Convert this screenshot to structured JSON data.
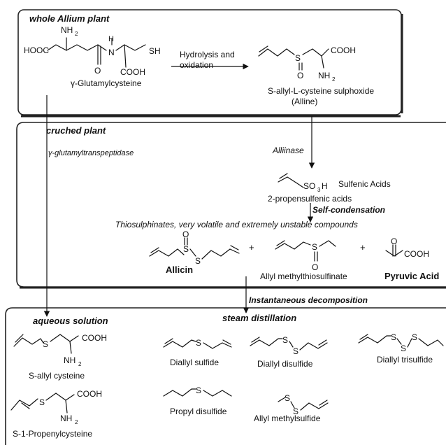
{
  "sections": {
    "whole_plant": "whole Allium plant",
    "crushed_plant": "cruched plant",
    "aqueous_solution": "aqueous solution",
    "steam_distillation": "steam distillation"
  },
  "steps": {
    "hydrolysis": [
      "Hydrolysis and",
      "oxidation"
    ],
    "alliinase": "Alliinase",
    "gamma_gt": "γ-glutamyltranspeptidase",
    "self_condensation": "Self-condensation",
    "thiosulphinates": "Thiosulphinates, very volatile and extremely unstable compounds",
    "instantaneous": "Instantaneous decomposition"
  },
  "compounds": {
    "glutamylcysteine": "γ-Glutamylcysteine",
    "alliin": [
      "S-allyl-L-cysteine sulphoxide",
      "(Alline)"
    ],
    "sulfenic_acids": "Sulfenic Acids",
    "propensulfenic": "2-propensulfenic acids",
    "allicin": "Allicin",
    "allyl_methylthiosulfinate": "Allyl methylthiosulfinate",
    "pyruvic_acid": "Pyruvic Acid",
    "s_allyl_cysteine": "S-allyl cysteine",
    "s_propenylcysteine": "S-1-Propenylcysteine",
    "diallyl_sulfide": "Diallyl sulfide",
    "diallyl_disulfide": "Diallyl disulfide",
    "diallyl_trisulfide": "Diallyl trisulfide",
    "propyl_disulfide": "Propyl disulfide",
    "allyl_methylsulfide": "Allyl methylsulfide"
  },
  "atoms": {
    "nh2": "NH",
    "sub2": "2",
    "hoocc": "HOOC",
    "cooh": "COOH",
    "sh": "SH",
    "s": "S",
    "o": "O",
    "h": "H",
    "n": "N",
    "so3h": "SO",
    "so3h_sub": "3",
    "so3h_h": "H",
    "plus": "+"
  }
}
